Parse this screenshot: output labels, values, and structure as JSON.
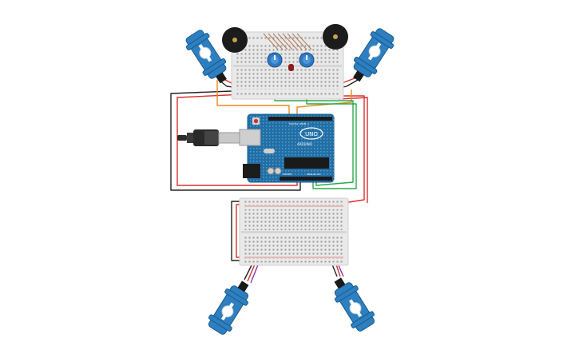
{
  "board": {
    "model_label": "UNO",
    "brand_label": "ARDUINO",
    "digital_header_label": "DIGITAL (PWM~)",
    "analog_header_label": "ANALOG IN",
    "power_header_label": "POWER"
  },
  "colors": {
    "board_blue": "#1f6fa8",
    "breadboard": "#e9e9e9",
    "wire_red": "#d9302b",
    "wire_black": "#222222",
    "wire_orange": "#e88a1a",
    "wire_green": "#2fa84a",
    "wire_purple": "#7a3fb0",
    "servo_blue": "#2d7fc0",
    "buzzer": "#1c1c1c",
    "pot_blue": "#2f79c4"
  },
  "components": [
    {
      "name": "servo-top-left-icon"
    },
    {
      "name": "servo-top-right-icon"
    },
    {
      "name": "servo-bottom-left-icon"
    },
    {
      "name": "servo-bottom-right-icon"
    },
    {
      "name": "buzzer-left-icon"
    },
    {
      "name": "buzzer-right-icon"
    },
    {
      "name": "potentiometer-left-icon"
    },
    {
      "name": "potentiometer-right-icon"
    },
    {
      "name": "led-icon"
    },
    {
      "name": "usb-cable-icon"
    }
  ]
}
